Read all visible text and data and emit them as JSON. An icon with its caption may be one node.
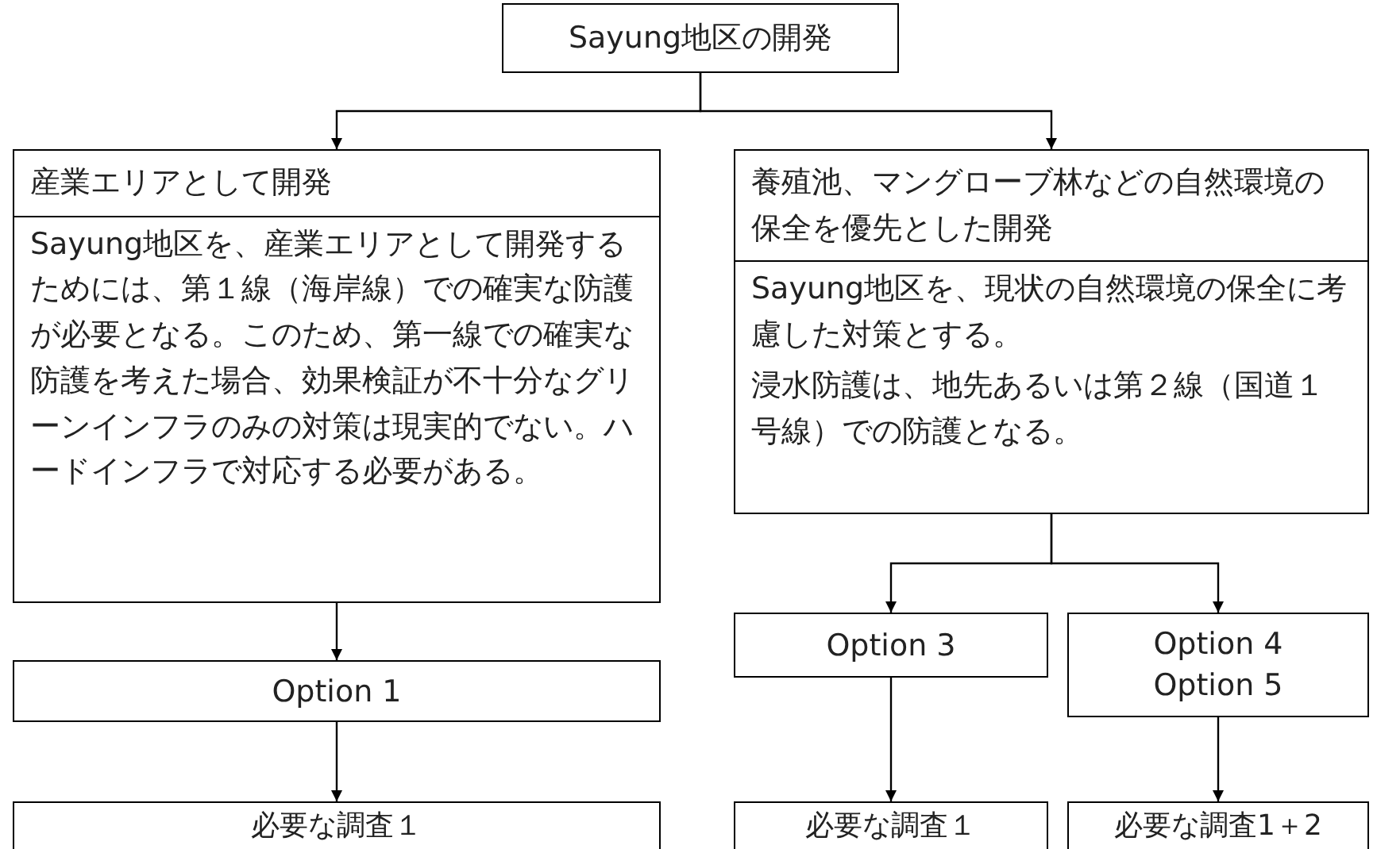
{
  "diagram": {
    "nodes": [
      {
        "text": [
          "Sayung地区の開発"
        ]
      },
      {
        "text": [
          "産業エリアとして開発",
          "Sayung地区を、産業エリアとして開発するためには、第１線（海岸線）での確実な防護が必要となる。このため、第一線での確実な防護を考えた場合、効果検証が不十分なグリーンインフラのみの対策は現実的でない。ハードインフラで対応する必要がある。"
        ]
      },
      {
        "text": [
          "養殖池、マングローブ林などの自然環境の保全を優先とした開発",
          "Sayung地区を、現状の自然環境の保全に考慮した対策とする。",
          "浸水防護は、地先あるいは第２線（国道１号線）での防護となる。"
        ]
      },
      {
        "text": [
          "Option 1"
        ]
      },
      {
        "text": [
          "必要な調査１"
        ]
      },
      {
        "text": [
          "Option 3"
        ]
      },
      {
        "text": [
          "Option 4",
          "Option 5"
        ]
      },
      {
        "text": [
          "必要な調査１"
        ]
      },
      {
        "text": [
          "必要な調査1＋2"
        ]
      }
    ],
    "edges": [
      {
        "from": 0,
        "to": 1,
        "arrow": "to"
      },
      {
        "from": 0,
        "to": 2,
        "arrow": "to"
      },
      {
        "from": 1,
        "to": 3,
        "arrow": "to"
      },
      {
        "from": 3,
        "to": 4,
        "arrow": "to"
      },
      {
        "from": 2,
        "to": 5,
        "arrow": "to"
      },
      {
        "from": 2,
        "to": 6,
        "arrow": "to"
      },
      {
        "from": 5,
        "to": 7,
        "arrow": "to"
      },
      {
        "from": 6,
        "to": 8,
        "arrow": "to"
      }
    ]
  }
}
